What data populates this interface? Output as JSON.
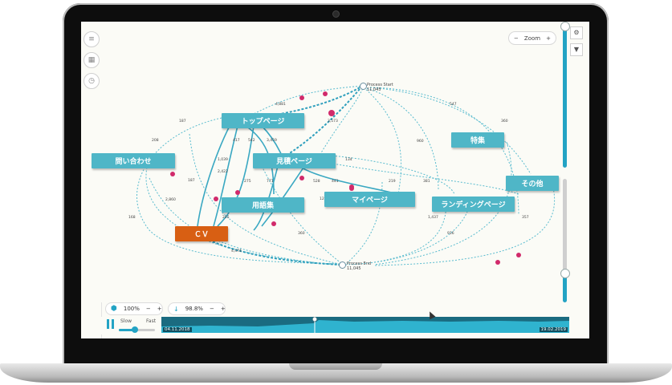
{
  "app": {
    "zoom_label": "Zoom",
    "zoom_minus": "−",
    "zoom_plus": "+",
    "activities_pct": "100%",
    "paths_pct": "98.8%",
    "pct_minus": "−",
    "pct_plus": "+",
    "speed_slow": "Slow",
    "speed_fast": "Fast",
    "timeline_start": "04.11.2018",
    "timeline_end": "19.02.2019"
  },
  "process": {
    "start_label": "Process Start",
    "start_count": "11,045",
    "end_label": "Process End",
    "end_count": "11,045"
  },
  "nodes": {
    "top": "トップページ",
    "inquiry": "問い合わせ",
    "estimate": "見積ページ",
    "special": "特集",
    "other": "その他",
    "mypage": "マイページ",
    "landing": "ランディングページ",
    "glossary": "用語集",
    "cv": "ＣＶ"
  },
  "edge_labels": [
    "4,881",
    "3,573",
    "187",
    "208",
    "417",
    "542",
    "3,459",
    "960",
    "547",
    "360",
    "1,039",
    "2,422",
    "187",
    "2,860",
    "275",
    "771",
    "528",
    "441",
    "134",
    "219",
    "124",
    "381",
    "1,437",
    "168",
    "245",
    "360",
    "4,474",
    "916",
    "357"
  ],
  "icons": {
    "rail": [
      "layers-icon",
      "grid-icon",
      "clock-icon"
    ],
    "side": [
      "gear-icon",
      "filter-icon"
    ]
  }
}
